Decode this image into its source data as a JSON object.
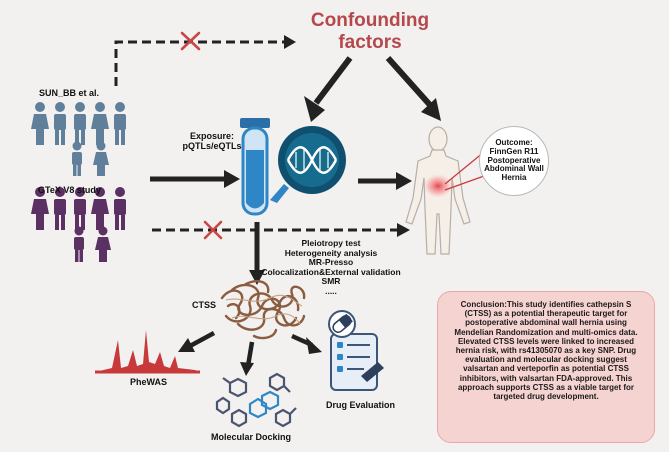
{
  "title": {
    "line1": "Confounding",
    "line2": "factors"
  },
  "datasets": {
    "first": "SUN_BB et al.",
    "second": "GTeX V8 study"
  },
  "exposure": {
    "line1": "Exposure:",
    "line2": "pQTLs/eQTLs"
  },
  "outcome": {
    "lines": [
      "Outcome:",
      "FinnGen R11",
      "Postoperative",
      "Abdominal Wall",
      "Hernia"
    ]
  },
  "methods": [
    "Pleiotropy test",
    "Heterogeneity analysis",
    "MR-Presso",
    "Colocalization&External validation",
    "SMR",
    "....."
  ],
  "protein": "CTSS",
  "applications": {
    "phewas": "PheWAS",
    "docking": "Molecular Docking",
    "drug": "Drug Evaluation"
  },
  "conclusion": "Conclusion:This study identifies cathepsin S (CTSS) as a potential therapeutic target for postoperative abdominal wall hernia using Mendelian Randomization and multi-omics data. Elevated CTSS levels were linked to increased hernia risk, with rs41305070 as a key SNP. Drug evaluation and molecular docking suggest valsartan and verteporfin as potential CTSS inhibitors, with valsartan FDA-approved. This approach supports CTSS as a viable target for targeted drug development.",
  "colors": {
    "title": "#b5484d",
    "people_blue": "#5f7f9b",
    "people_purple": "#5b3063",
    "conclusion_bg": "#f5d3d1",
    "tube_blue": "#2f86c7",
    "cross": "#c84848",
    "phewas": "#c8393b"
  }
}
